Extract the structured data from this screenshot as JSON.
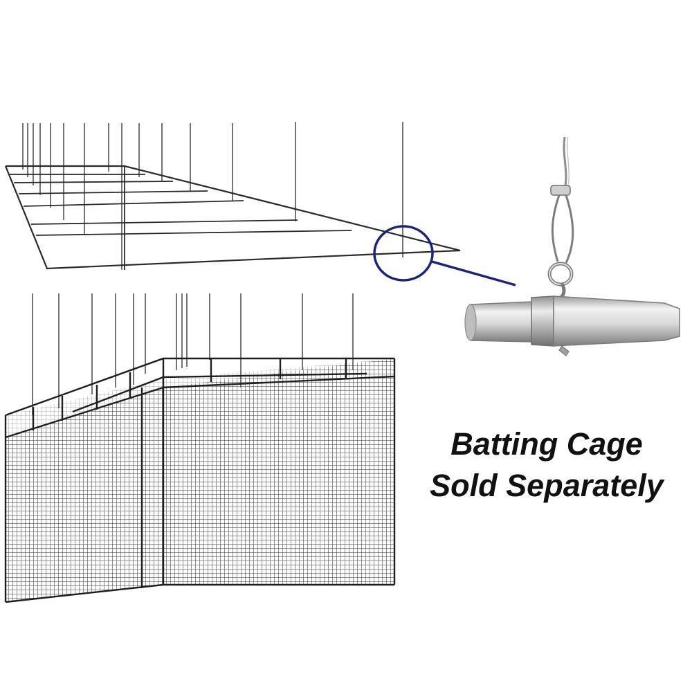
{
  "caption": {
    "line1": "Batting Cage",
    "line2": "Sold Separately"
  },
  "colors": {
    "line": "#2a2a2a",
    "net": "#3a3a3a",
    "callout": "#1a237e",
    "metal_light": "#e3e3e3",
    "metal_dark": "#8a8a8a"
  },
  "icons": [
    "frame-diagram",
    "callout-circle",
    "cable-hanger-photo",
    "netted-cage-diagram"
  ]
}
